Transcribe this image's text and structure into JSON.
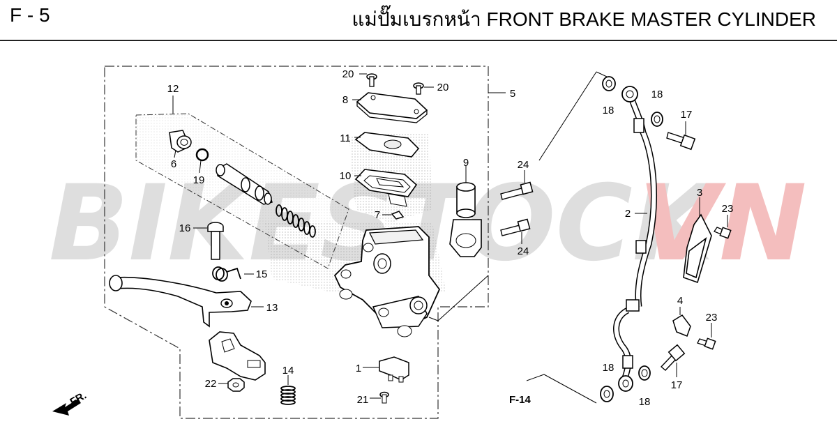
{
  "header": {
    "code": "F - 5",
    "title": "แม่ปั๊มเบรกหน้า  FRONT BRAKE MASTER CYLINDER"
  },
  "watermark": {
    "text_main": "BIKESTOCK",
    "text_accent": "VN",
    "color_main": "#d9d9d9",
    "color_accent": "#f3b3b3"
  },
  "callouts": {
    "c1": "1",
    "c2": "2",
    "c3": "3",
    "c4": "4",
    "c5": "5",
    "c6": "6",
    "c7": "7",
    "c8": "8",
    "c9": "9",
    "c10": "10",
    "c11": "11",
    "c12": "12",
    "c13": "13",
    "c14": "14",
    "c15": "15",
    "c16": "16",
    "c17a": "17",
    "c17b": "17",
    "c18a": "18",
    "c18b": "18",
    "c18c": "18",
    "c18d": "18",
    "c19": "19",
    "c20a": "20",
    "c20b": "20",
    "c21": "21",
    "c22": "22",
    "c23a": "23",
    "c23b": "23",
    "c24a": "24",
    "c24b": "24"
  },
  "references": {
    "f14": "F-14",
    "front_arrow": "FR."
  }
}
